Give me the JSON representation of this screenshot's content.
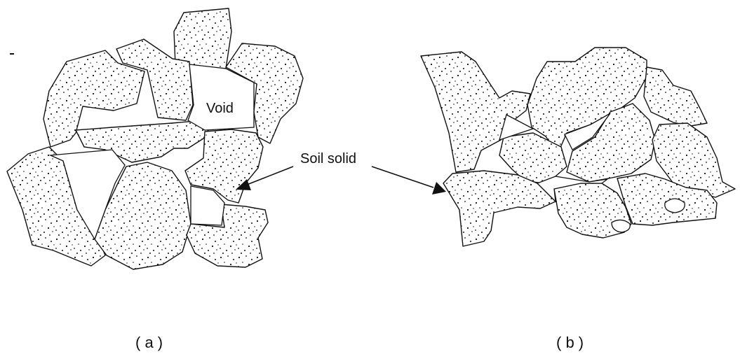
{
  "labels": {
    "void": "Void",
    "soil_solid": "Soil solid",
    "panel_a": "( a )",
    "panel_b": "( b )"
  },
  "colors": {
    "ink": "#111111",
    "background": "#ffffff"
  }
}
